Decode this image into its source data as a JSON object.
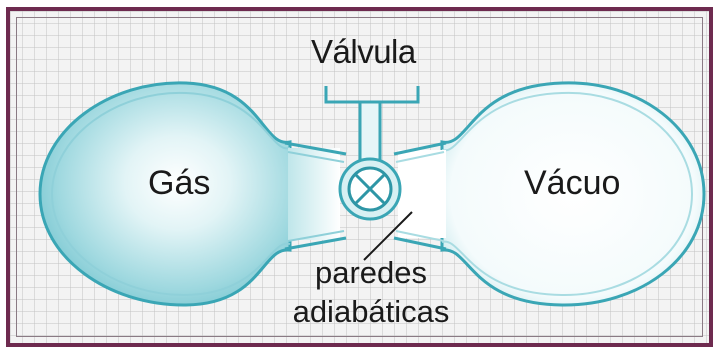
{
  "labels": {
    "valve": "Válvula",
    "gas": "Gás",
    "vacuum": "Vácuo",
    "walls_line1": "paredes",
    "walls_line2": "adiabáticas"
  },
  "colors": {
    "frame_border": "#6e2a4f",
    "glass_stroke": "#3aa6b5",
    "gas_fill": "#a8dde3",
    "valve_fill": "#d7f0f3"
  }
}
